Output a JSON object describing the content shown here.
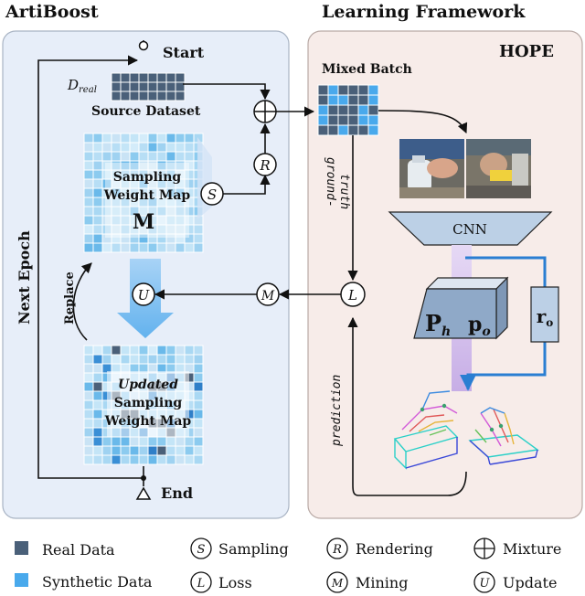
{
  "titles": {
    "left": "ArtiBoost",
    "right": "Learning Framework",
    "hope": "HOPE"
  },
  "left_panel": {
    "start": "Start",
    "end": "End",
    "next_epoch": "Next Epoch",
    "replace": "Replace",
    "d_real": "D",
    "d_real_sub": "real",
    "source_dataset": "Source Dataset",
    "sampling_map_line1": "Sampling",
    "sampling_map_line2": "Weight Map",
    "sampling_map_symbol": "M",
    "updated_line1": "Updated",
    "updated_line2": "Sampling",
    "updated_line3": "Weight Map"
  },
  "right_panel": {
    "mixed_batch": "Mixed Batch",
    "ground_truth_line1": "ground-",
    "ground_truth_line2": "truth",
    "cnn": "CNN",
    "ph": "P",
    "ph_sub": "h",
    "po": "p",
    "po_sub": "o",
    "ro": "r",
    "ro_sub": "o",
    "prediction": "prediction"
  },
  "ops": {
    "sampling": "S",
    "rendering": "R",
    "loss": "L",
    "mining": "M",
    "update": "U",
    "mixture": "+"
  },
  "legend": {
    "real_data": "Real Data",
    "synthetic_data": "Synthetic Data",
    "sampling": "Sampling",
    "loss": "Loss",
    "rendering": "Rendering",
    "mining": "Mining",
    "mixture": "Mixture",
    "update": "Update"
  },
  "colors": {
    "real": "#4a6079",
    "synthetic": "#49a9ec",
    "left_bg": "#e7eef9",
    "right_bg": "#f7ece9",
    "purple": "#cdb7ea",
    "blue_path": "#2a7ed2",
    "cnn_fill": "#bcd0e6",
    "head_fill": "#8fa9c8"
  }
}
